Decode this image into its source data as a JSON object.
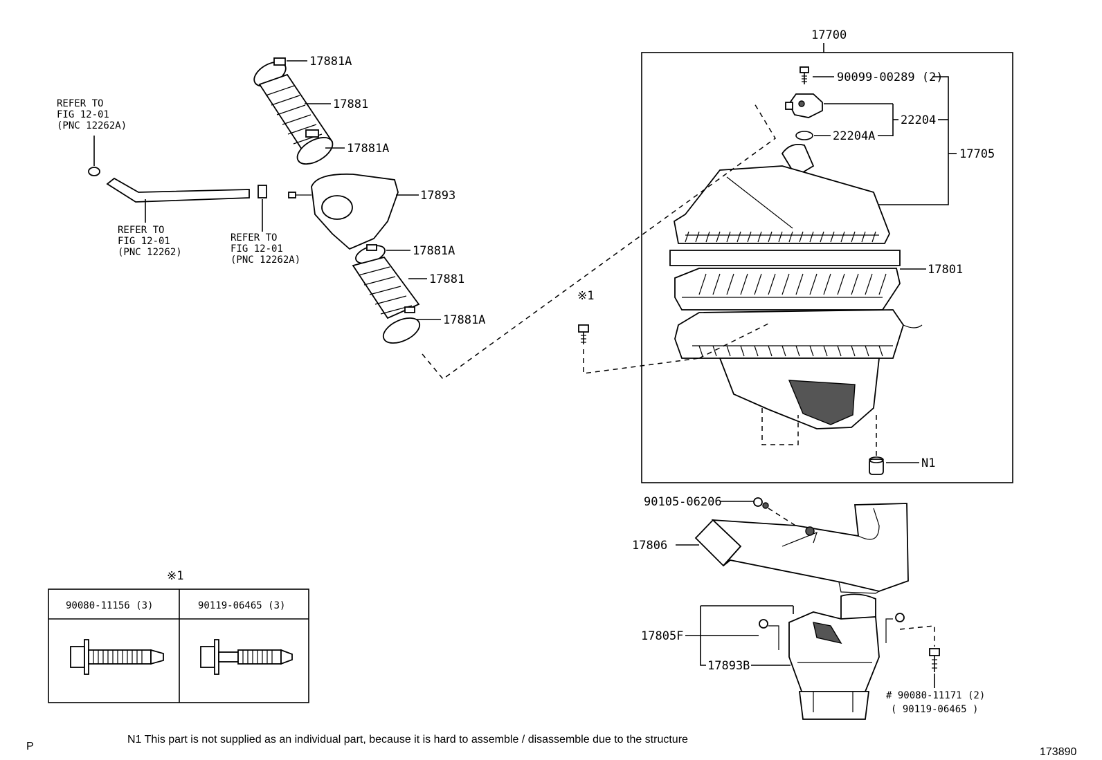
{
  "parts": {
    "p17700": "17700",
    "p90099": "90099-00289 (2)",
    "p22204": "22204",
    "p22204A": "22204A",
    "p17705": "17705",
    "p17801": "17801",
    "p17881A_1": "17881A",
    "p17881_1": "17881",
    "p17881A_2": "17881A",
    "p17893": "17893",
    "p17881A_3": "17881A",
    "p17881_2": "17881",
    "p17881A_4": "17881A",
    "pN1": "N1",
    "p90105": "90105-06206",
    "p17806": "17806",
    "p17805F": "17805F",
    "p17893B": "17893B",
    "p90080_11171": "# 90080-11171 (2)",
    "p90119_alt": "( 90119-06465  )"
  },
  "refs": {
    "ref1": [
      "REFER TO",
      "FIG 12-01",
      "(PNC 12262A)"
    ],
    "ref2": [
      "REFER TO",
      "FIG 12-01",
      "(PNC 12262)"
    ],
    "ref3": [
      "REFER TO",
      "FIG 12-01",
      "(PNC 12262A)"
    ]
  },
  "marker": "※1",
  "bolt_table": {
    "marker": "※1",
    "columns": [
      "90080-11156 (3)",
      "90119-06465 (3)"
    ]
  },
  "footer": {
    "page_letter": "P",
    "note": "N1  This part is not supplied as an individual part, because it is hard to assemble / disassemble due to the structure",
    "diagram_no": "173890"
  }
}
